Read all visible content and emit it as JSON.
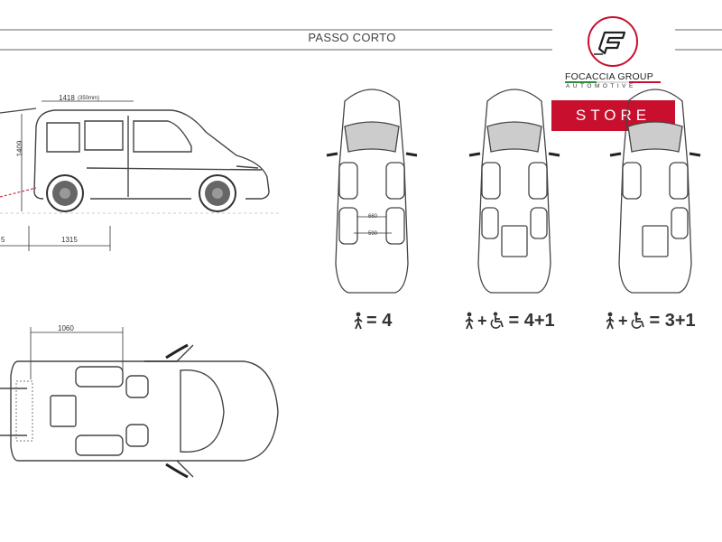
{
  "header": {
    "section_title": "PASSO CORTO"
  },
  "brand": {
    "name": "FOCACCIA GROUP",
    "sub": "AUTOMOTIVE",
    "store_label": "STORE",
    "accent": "#c8102e"
  },
  "side_view": {
    "dim_top": "1418",
    "dim_top_sub": "(350mm)",
    "dim_height": "1409",
    "dim_bottom_left": "5",
    "dim_bottom": "1315"
  },
  "top_view": {
    "dim_width": "1060"
  },
  "layouts": [
    {
      "icons": [
        "person-icon"
      ],
      "label": "= 4",
      "inner_dims": [
        "660",
        "590"
      ]
    },
    {
      "icons": [
        "person-icon",
        "wheelchair-icon"
      ],
      "label": "= 4+1"
    },
    {
      "icons": [
        "person-icon",
        "wheelchair-icon"
      ],
      "label": "= 3+1"
    }
  ]
}
